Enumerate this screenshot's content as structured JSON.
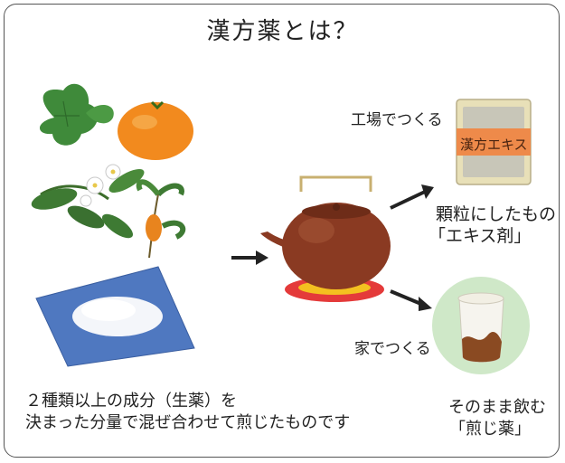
{
  "title": "漢方薬とは？",
  "factory": {
    "label": "工場でつくる",
    "package_label": "漢方エキス",
    "result_line1": "顆粒にしたもの",
    "result_line2": "「エキス剤」"
  },
  "home": {
    "label": "家でつくる",
    "result_line1": "そのまま飲む",
    "result_line2": "「煎じ薬」"
  },
  "caption": {
    "line1": "２種類以上の成分（生薬）を",
    "line2": "決まった分量で混ぜ合わせて煎じたものです"
  },
  "colors": {
    "package_band": "#ee8a4a",
    "package_body": "#e8e0b8",
    "teapot": "#8a3a22",
    "cup_glow": "#cfe8c8",
    "trivet": "#e43a3a"
  }
}
